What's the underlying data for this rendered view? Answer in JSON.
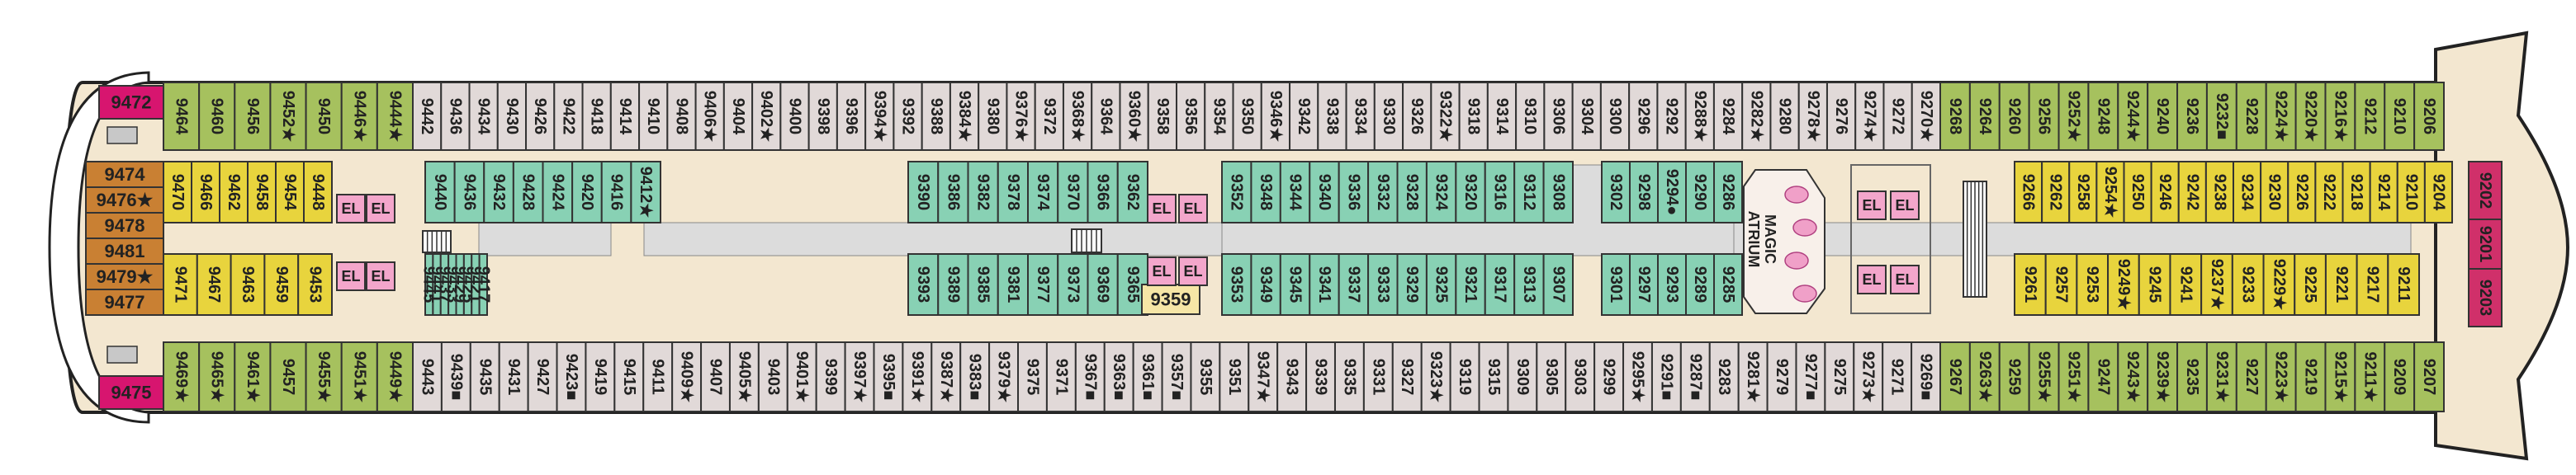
{
  "colors": {
    "pink": "#d7156f",
    "orange": "#c98033",
    "olive": "#a6c15e",
    "grey": "#e1d9d8",
    "mint": "#88d1b4",
    "yellow": "#e8d43d",
    "elevator": "#f3a6cb",
    "floor": "#f3e7d0",
    "corridor": "#dcdcdc",
    "outline": "#333333"
  },
  "atrium_label": "MAGIC\nATRIUM",
  "elevator_label": "EL",
  "rows": [
    {
      "id": "top_outer",
      "color": "olive",
      "cabins": [
        "9206",
        "9210",
        "9212",
        "9216★",
        "9220★",
        "9224★",
        "9228",
        "9232■",
        "9236",
        "9240",
        "9244★",
        "9248",
        "9252★",
        "9256",
        "9260",
        "9264",
        "9268"
      ],
      "style": "outer_top"
    },
    {
      "id": "top_outer_grey",
      "color": "grey",
      "cabins": [
        "9270★",
        "9272",
        "9274★",
        "9276",
        "9278★",
        "9280",
        "9282★",
        "9284",
        "9288★",
        "9292",
        "9296",
        "9300",
        "9304",
        "9306",
        "9310",
        "9314",
        "9318",
        "9322★",
        "9326",
        "9330",
        "9334",
        "9338",
        "9342",
        "9346★",
        "9350",
        "9354",
        "9356",
        "9358",
        "9360★",
        "9364",
        "9368★",
        "9372",
        "9376★",
        "9380",
        "9384★",
        "9388",
        "9392",
        "9394★",
        "9396",
        "9398",
        "9400",
        "9402★",
        "9404",
        "9406★",
        "9408",
        "9410",
        "9414",
        "9418",
        "9422",
        "9426",
        "9430",
        "9434",
        "9436",
        "9442"
      ],
      "style": "outer_top"
    },
    {
      "id": "top_outer_fwd",
      "color": "olive",
      "cabins": [
        "9444★",
        "9446★",
        "9450",
        "9452★",
        "9456",
        "9460",
        "9464"
      ],
      "style": "outer_top"
    },
    {
      "id": "bottom_outer_aft",
      "color": "olive",
      "cabins": [
        "9207",
        "9209",
        "9211★",
        "9215★",
        "9219",
        "9223★",
        "9227",
        "9231★",
        "9235",
        "9239★",
        "9243★",
        "9247",
        "9251★",
        "9255★",
        "9259",
        "9263★",
        "9267"
      ],
      "style": "outer_bottom"
    },
    {
      "id": "bottom_outer_grey",
      "color": "grey",
      "cabins": [
        "9269■",
        "9271",
        "9273★",
        "9275",
        "9277■",
        "9279",
        "9281★",
        "9283",
        "9287■",
        "9291■",
        "9295★",
        "9299",
        "9303",
        "9305",
        "9309",
        "9315",
        "9319",
        "9323★",
        "9327",
        "9331",
        "9335",
        "9339",
        "9343",
        "9347★",
        "9351",
        "9355",
        "9357■",
        "9361■",
        "9363■",
        "9367■",
        "9371",
        "9375",
        "9379★",
        "9383■",
        "9387★",
        "9391★",
        "9395■",
        "9397★",
        "9399",
        "9401★",
        "9403",
        "9405★",
        "9407",
        "9409★",
        "9411",
        "9415",
        "9419",
        "9423■",
        "9427",
        "9431",
        "9435",
        "9439■",
        "9443"
      ],
      "style": "outer_bottom"
    },
    {
      "id": "bottom_outer_fwd",
      "color": "olive",
      "cabins": [
        "9449★",
        "9451★",
        "9455★",
        "9457",
        "9461★",
        "9465★",
        "9469★"
      ],
      "style": "outer_bottom"
    }
  ],
  "inner_blocks": [
    {
      "id": "aft_upper",
      "color": "yellow",
      "cabins": [
        "9204",
        "9210",
        "9214",
        "9218",
        "9222",
        "9226",
        "9230",
        "9234",
        "9238",
        "9242",
        "9246",
        "9250",
        "9254★",
        "9258",
        "9262",
        "9266"
      ]
    },
    {
      "id": "aft_lower",
      "color": "yellow",
      "cabins": [
        "9211",
        "9217",
        "9221",
        "9225",
        "9229★",
        "9233",
        "9237★",
        "9241",
        "9245",
        "9249★",
        "9253",
        "9257",
        "9261"
      ]
    },
    {
      "id": "mid1_upper",
      "color": "mint",
      "cabins": [
        "9286",
        "9290",
        "9294●",
        "9298",
        "9302"
      ]
    },
    {
      "id": "mid1_lower",
      "color": "mint",
      "cabins": [
        "9285",
        "9289",
        "9293",
        "9297",
        "9301"
      ]
    },
    {
      "id": "mid2_upper",
      "color": "mint",
      "cabins": [
        "9308",
        "9312",
        "9316",
        "9320",
        "9324",
        "9328",
        "9332",
        "9336",
        "9340",
        "9344",
        "9348",
        "9352"
      ]
    },
    {
      "id": "mid2_lower",
      "color": "mint",
      "cabins": [
        "9307",
        "9313",
        "9317",
        "9321",
        "9325",
        "9329",
        "9333",
        "9337",
        "9341",
        "9345",
        "9349",
        "9353"
      ]
    },
    {
      "id": "mid3_upper",
      "color": "mint",
      "cabins": [
        "9362",
        "9366",
        "9370",
        "9374",
        "9378",
        "9382",
        "9386",
        "9390"
      ]
    },
    {
      "id": "mid3_lower",
      "color": "mint",
      "cabins": [
        "9365",
        "9369",
        "9373",
        "9377",
        "9381",
        "9385",
        "9389",
        "9393"
      ]
    },
    {
      "id": "fwd_upper",
      "color": "mint",
      "cabins": [
        "9412★",
        "9416",
        "9420",
        "9424",
        "9428",
        "9432",
        "9436",
        "9440"
      ]
    },
    {
      "id": "fwd_lower",
      "color": "mint",
      "cabins": [
        "9417",
        "9421",
        "9425",
        "9429",
        "9433",
        "9437",
        "9441",
        "9445"
      ]
    },
    {
      "id": "bow_upper",
      "color": "yellow",
      "cabins": [
        "9448",
        "9454",
        "9458",
        "9462",
        "9466",
        "9470"
      ]
    },
    {
      "id": "bow_lower",
      "color": "yellow",
      "cabins": [
        "9453",
        "9459",
        "9463",
        "9467",
        "9471"
      ]
    }
  ],
  "special_cabins": {
    "suite_9359": "9359",
    "aft_suites": [
      "9202",
      "9201",
      "9203"
    ],
    "bow_suites_pink": [
      "9472",
      "9475"
    ],
    "bow_orange": [
      "9474",
      "9476★",
      "9478",
      "9481",
      "9479★",
      "9477"
    ]
  }
}
